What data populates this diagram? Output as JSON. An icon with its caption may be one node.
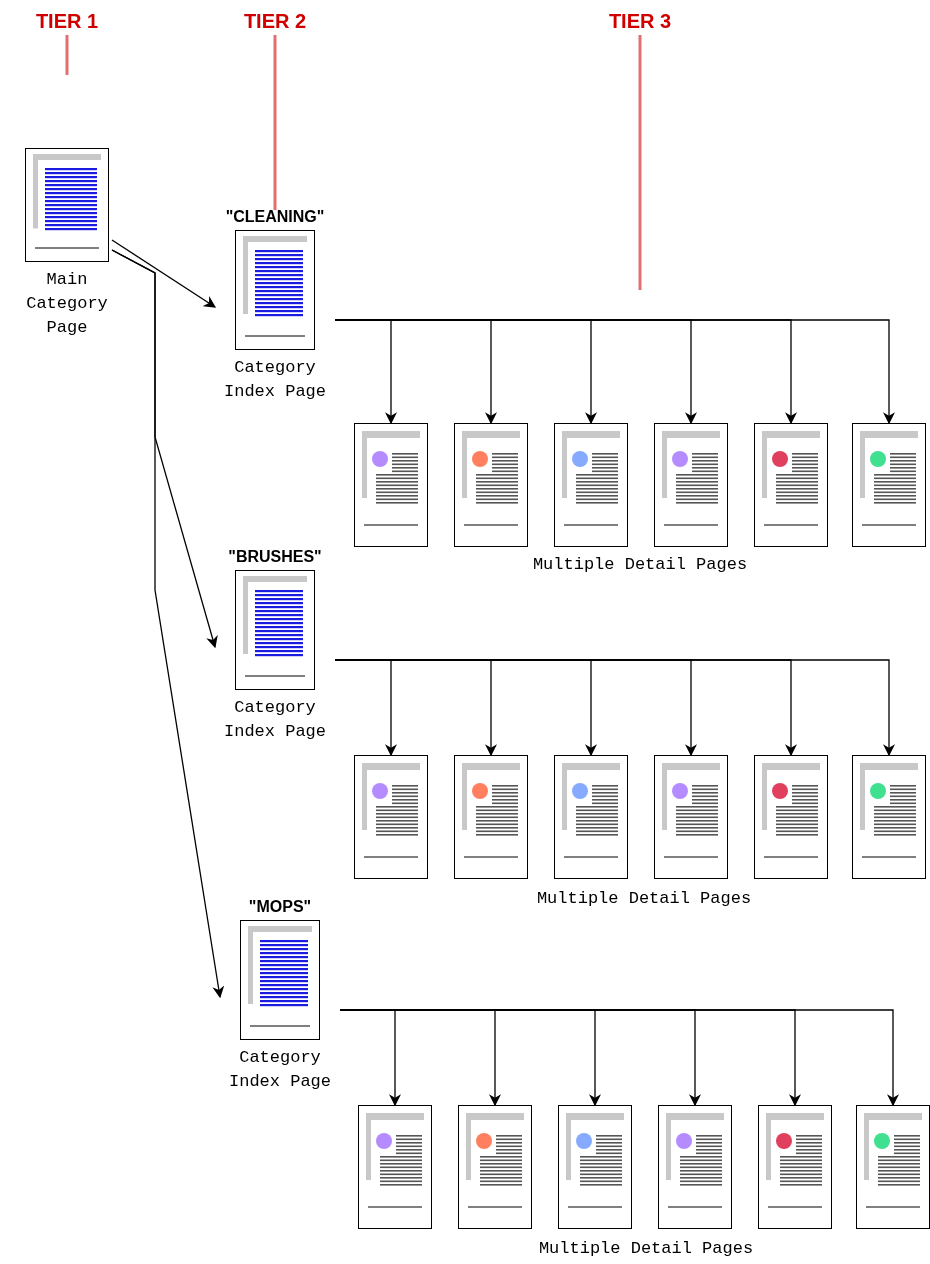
{
  "diagram": {
    "nodes": [
      {
        "text": [
          "Main Category Page"
        ]
      },
      {
        "text": [
          "\"CLEANING\"",
          "Category Index Page"
        ]
      },
      {
        "text": [],
        "shape": "page"
      },
      {
        "text": [],
        "shape": "page"
      },
      {
        "text": [],
        "shape": "page"
      },
      {
        "text": [],
        "shape": "page"
      },
      {
        "text": [],
        "shape": "page"
      },
      {
        "text": [],
        "shape": "page"
      },
      {
        "text": [
          "\"BRUSHES\"",
          "Category Index Page"
        ]
      },
      {
        "text": [],
        "shape": "page"
      },
      {
        "text": [],
        "shape": "page"
      },
      {
        "text": [],
        "shape": "page"
      },
      {
        "text": [],
        "shape": "page"
      },
      {
        "text": [],
        "shape": "page"
      },
      {
        "text": [],
        "shape": "page"
      },
      {
        "text": [
          "\"MOPS\"",
          "Category Index Page"
        ]
      },
      {
        "text": [],
        "shape": "page"
      },
      {
        "text": [],
        "shape": "page"
      },
      {
        "text": [],
        "shape": "page"
      },
      {
        "text": [],
        "shape": "page"
      },
      {
        "text": [],
        "shape": "page"
      },
      {
        "text": [],
        "shape": "page"
      }
    ],
    "edges": [
      {
        "from": 0,
        "to": 1,
        "arrow": "to"
      },
      {
        "from": 0,
        "to": 8,
        "arrow": "to"
      },
      {
        "from": 0,
        "to": 15,
        "arrow": "to"
      },
      {
        "from": 1,
        "to": 2,
        "arrow": "to"
      },
      {
        "from": 1,
        "to": 3,
        "arrow": "to"
      },
      {
        "from": 1,
        "to": 4,
        "arrow": "to"
      },
      {
        "from": 1,
        "to": 5,
        "arrow": "to"
      },
      {
        "from": 1,
        "to": 6,
        "arrow": "to"
      },
      {
        "from": 1,
        "to": 7,
        "arrow": "to"
      },
      {
        "from": 8,
        "to": 9,
        "arrow": "to"
      },
      {
        "from": 8,
        "to": 10,
        "arrow": "to"
      },
      {
        "from": 8,
        "to": 11,
        "arrow": "to"
      },
      {
        "from": 8,
        "to": 12,
        "arrow": "to"
      },
      {
        "from": 8,
        "to": 13,
        "arrow": "to"
      },
      {
        "from": 8,
        "to": 14,
        "arrow": "to"
      },
      {
        "from": 15,
        "to": 16,
        "arrow": "to"
      },
      {
        "from": 15,
        "to": 17,
        "arrow": "to"
      },
      {
        "from": 15,
        "to": 18,
        "arrow": "to"
      },
      {
        "from": 15,
        "to": 19,
        "arrow": "to"
      },
      {
        "from": 15,
        "to": 20,
        "arrow": "to"
      },
      {
        "from": 15,
        "to": 21,
        "arrow": "to"
      }
    ],
    "labels": [
      "TIER 1",
      "TIER 2",
      "TIER 3",
      "Multiple Detail Pages",
      "Multiple Detail Pages",
      "Multiple Detail Pages"
    ]
  }
}
